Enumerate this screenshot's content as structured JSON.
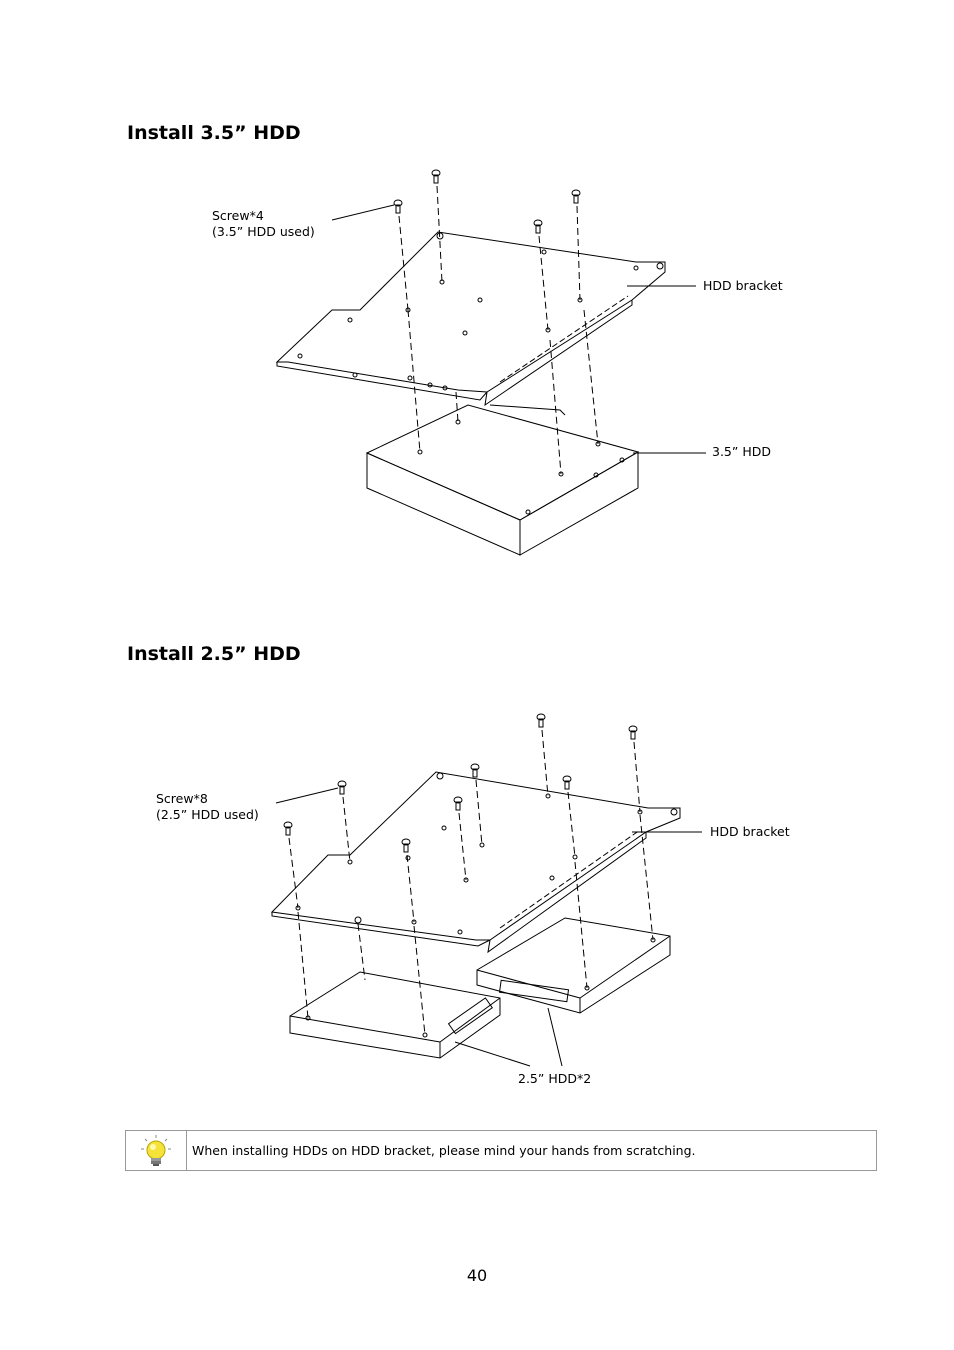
{
  "section1": {
    "heading": "Install 3.5” HDD",
    "screw_label_line1": "Screw*4",
    "screw_label_line2": "(3.5” HDD used)",
    "bracket_label": "HDD bracket",
    "hdd_label": "3.5” HDD"
  },
  "section2": {
    "heading": "Install 2.5” HDD",
    "screw_label_line1": "Screw*8",
    "screw_label_line2": "(2.5” HDD used)",
    "bracket_label": "HDD bracket",
    "hdd_label": "2.5” HDD*2"
  },
  "tip": {
    "icon": "lightbulb-icon",
    "text": "When installing HDDs on HDD bracket, please mind your hands from scratching."
  },
  "page_number": "40"
}
